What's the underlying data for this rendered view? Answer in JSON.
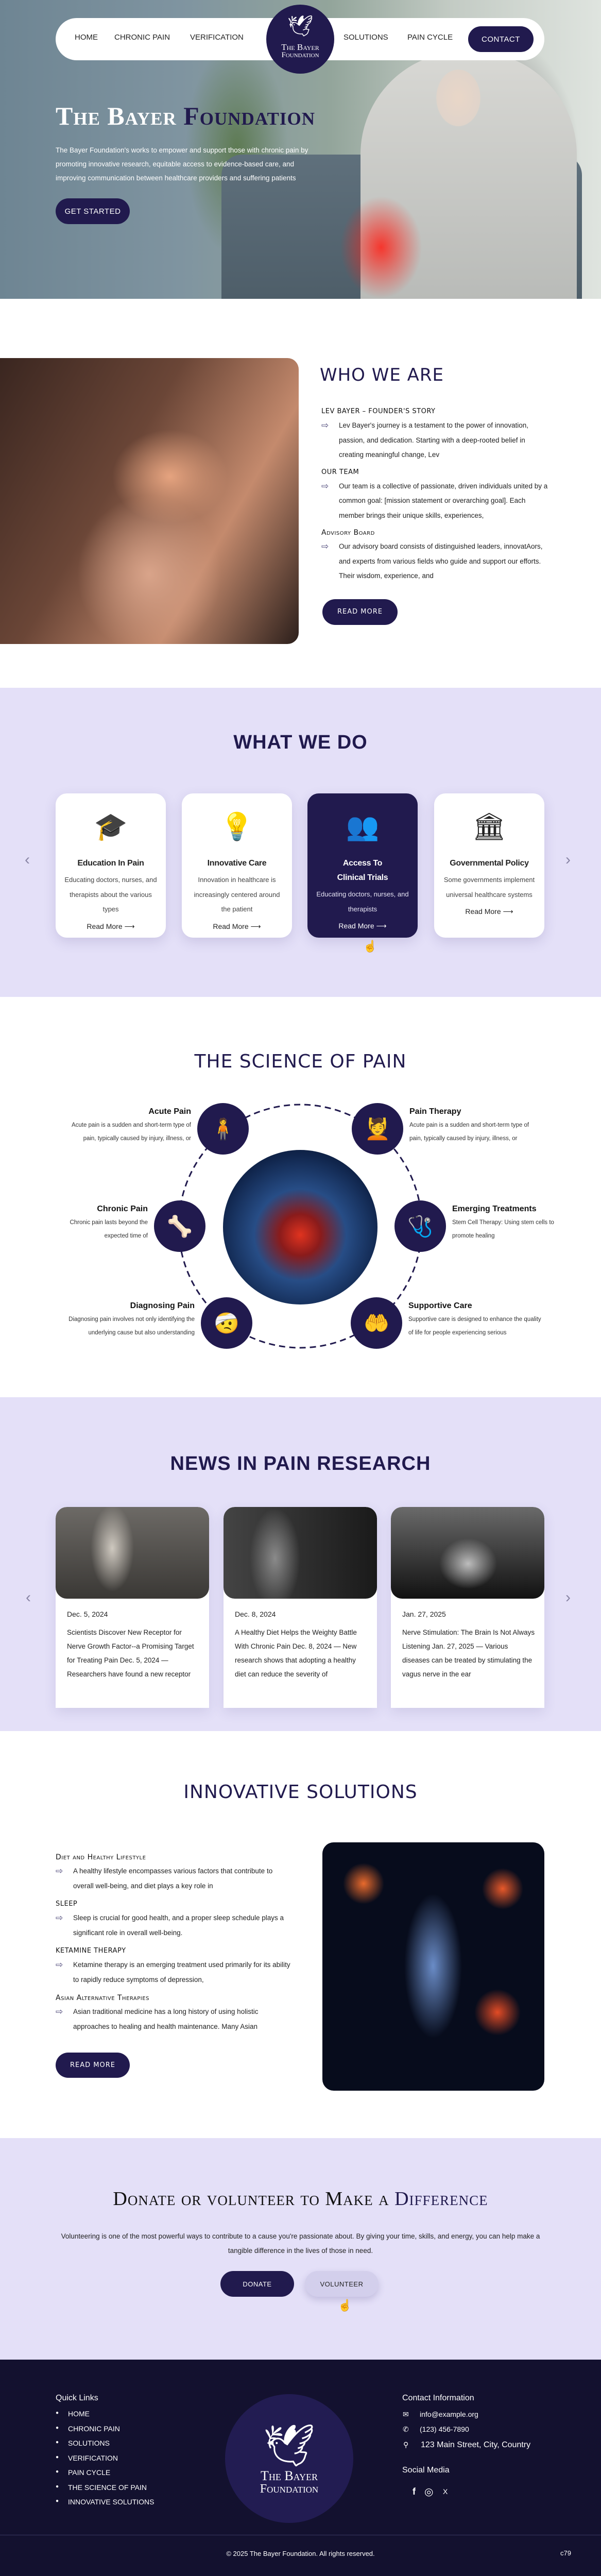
{
  "nav": {
    "left": [
      "HOME",
      "CHRONIC PAIN",
      "VERIFICATION"
    ],
    "right": [
      "SOLUTIONS",
      "PAIN CYCLE"
    ],
    "contact": "CONTACT",
    "logo_line1": "The Bayer",
    "logo_line2": "Foundation"
  },
  "hero": {
    "title_part1": "The Bayer",
    "title_part2": "Foundation",
    "text": "The Bayer Foundation's works to empower and support those with chronic pain by promoting innovative research, equitable access to evidence-based care, and improving communication between healthcare providers and suffering patients",
    "cta": "GET STARTED"
  },
  "who": {
    "title": "WHO WE ARE",
    "items": [
      {
        "heading": "LEV BAYER –  FOUNDER'S STORY",
        "text": "Lev Bayer's journey is a testament to the power of innovation, passion, and dedication. Starting with a deep-rooted belief in creating meaningful change, Lev"
      },
      {
        "heading": "OUR TEAM",
        "text": "Our team is a collective of passionate, driven individuals united by a common goal: [mission statement or overarching goal]. Each member brings their unique skills, experiences,"
      },
      {
        "heading": "Advisory Board",
        "text": "Our advisory board consists of distinguished leaders, innovatAors, and experts from various fields who guide and support our efforts. Their wisdom, experience, and"
      }
    ],
    "button": "READ MORE"
  },
  "whatwedo": {
    "title": "WHAT WE DO",
    "read_more": "Read More",
    "cards": [
      {
        "icon": "graduation-books-icon",
        "glyph": "🎓",
        "title": "Education In Pain",
        "text": "Educating doctors, nurses, and therapists about the various types"
      },
      {
        "icon": "lightbulb-hand-icon",
        "glyph": "💡",
        "title": "Innovative Care",
        "text": "Innovation in healthcare is increasingly centered around the patient"
      },
      {
        "icon": "people-hand-icon",
        "glyph": "👥",
        "title": "Access To Clinical Trials",
        "text": "Educating doctors, nurses, and therapists"
      },
      {
        "icon": "government-shield-icon",
        "glyph": "🏛",
        "title": "Governmental Policy",
        "text": "Some governments implement universal healthcare systems"
      }
    ]
  },
  "science": {
    "title": "THE SCIENCE OF PAIN",
    "items": [
      {
        "title": "Acute Pain",
        "text": "Acute pain is a sudden and short-term type of pain, typically caused by injury, illness, or",
        "icon": "back-pain-icon",
        "glyph": "🧍"
      },
      {
        "title": "Chronic Pain",
        "text": "Chronic pain lasts beyond the expected time of",
        "icon": "body-joints-icon",
        "glyph": "🦴"
      },
      {
        "title": "Diagnosing Pain",
        "text": "Diagnosing pain involves not only identifying the underlying cause but also understanding",
        "icon": "neck-pain-icon",
        "glyph": "🤕"
      },
      {
        "title": "Pain Therapy",
        "text": "Acute pain is a sudden and short-term type of pain, typically caused by injury, illness, or",
        "icon": "therapy-icon",
        "glyph": "💆"
      },
      {
        "title": "Emerging Treatments",
        "text": "Stem Cell Therapy: Using stem cells to promote healing",
        "icon": "medkit-hand-icon",
        "glyph": "🩺"
      },
      {
        "title": "Supportive Care",
        "text": "Supportive care is designed to enhance the quality of life for people experiencing serious",
        "icon": "care-hands-icon",
        "glyph": "🤲"
      }
    ]
  },
  "news": {
    "title": "NEWS IN PAIN RESEARCH",
    "items": [
      {
        "date": "Dec. 5, 2024",
        "text": "Scientists Discover New Receptor for Nerve Growth Factor--a Promising Target for Treating Pain Dec. 5, 2024 — Researchers have found a new receptor"
      },
      {
        "date": "Dec. 8, 2024",
        "text": "A Healthy Diet Helps the Weighty Battle With Chronic Pain Dec. 8, 2024 — New research shows that adopting a healthy diet can reduce the severity of"
      },
      {
        "date": "Jan. 27, 2025",
        "text": "Nerve Stimulation: The Brain Is Not Always Listening Jan. 27, 2025 — Various diseases can be treated by stimulating the vagus nerve in the ear"
      }
    ]
  },
  "solutions": {
    "title": "INNOVATIVE SOLUTIONS",
    "items": [
      {
        "heading": "Diet and Healthy Lifestyle",
        "text": "A healthy lifestyle encompasses various factors that contribute to overall well-being, and diet plays a key role in"
      },
      {
        "heading": "SLEEP",
        "text": "Sleep is crucial for good health, and a proper sleep schedule plays a significant role in overall well-being."
      },
      {
        "heading": "KETAMINE THERAPY",
        "text": "Ketamine therapy is an emerging treatment used primarily for its ability to rapidly reduce symptoms of depression,"
      },
      {
        "heading": "Asian Alternative Therapies",
        "text": "Asian traditional medicine has a long history of using holistic approaches to healing and health maintenance. Many Asian"
      }
    ],
    "button": "READ MORE"
  },
  "donate": {
    "title_part1": "Donate or volunteer to Make a",
    "title_part2": "Difference",
    "text": "Volunteering is one of the most powerful ways to contribute to a cause you're passionate about. By giving your time, skills, and energy, you can help make a tangible difference in the lives of those in need.",
    "donate": "DONATE",
    "volunteer": "VOLUNTEER"
  },
  "footer": {
    "quick_links_title": "Quick Links",
    "links": [
      "HOME",
      "CHRONIC PAIN",
      "SOLUTIONS",
      "VERIFICATION",
      "PAIN CYCLE",
      "THE SCIENCE OF PAIN",
      "INNOVATIVE SOLUTIONS"
    ],
    "contact_title": "Contact Information",
    "email": "info@example.org",
    "phone": "(123) 456-7890",
    "address": "123 Main Street, City, Country",
    "social_title": "Social Media",
    "social": [
      "f",
      "◎",
      "X"
    ],
    "copyright": "© 2025 The Bayer Foundation. All rights reserved.",
    "code": "c79"
  },
  "colors": {
    "navy": "#211a4e",
    "lavender": "#e4e0f8",
    "footer": "#13112f"
  }
}
